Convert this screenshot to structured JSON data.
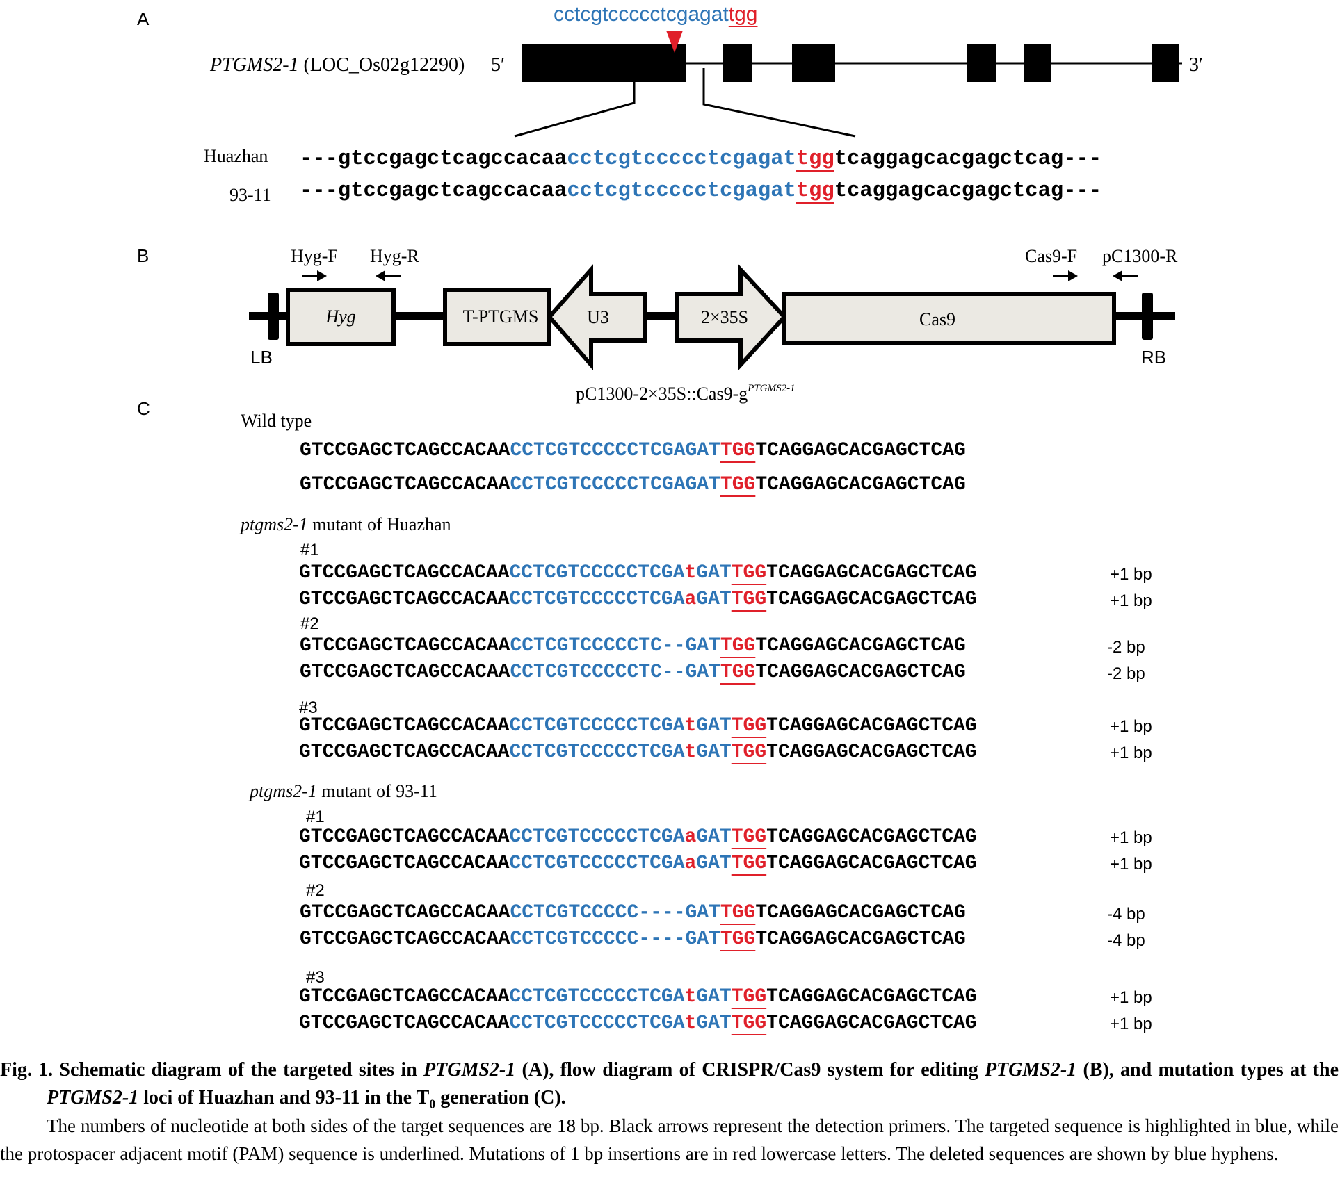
{
  "panel_a": {
    "letter": "A",
    "gene_name": "PTGMS2-1",
    "locus": "(LOC_Os02g12290)",
    "five_prime": "5′",
    "three_prime": "3′",
    "top_target": "cctcgtccccctcgagat",
    "top_pam": "tgg",
    "rows": [
      {
        "label": "Huazhan",
        "left": "---gtccgagctcagccacaa",
        "target": "cctcgtccccctcgagat",
        "pam": "tgg",
        "right": "tcaggagcacgagctcag---"
      },
      {
        "label": "93-11",
        "left": "---gtccgagctcagccacaa",
        "target": "cctcgtccccctcgagat",
        "pam": "tgg",
        "right": "tcaggagcacgagctcag---"
      }
    ]
  },
  "panel_b": {
    "letter": "B",
    "primers": {
      "hyg_f": "Hyg-F",
      "hyg_r": "Hyg-R",
      "cas9_f": "Cas9-F",
      "pc1300_r": "pC1300-R"
    },
    "boxes": {
      "hyg": "Hyg",
      "t_ptgms": "T-PTGMS",
      "u3": "U3",
      "p35s": "2×35S",
      "cas9": "Cas9"
    },
    "lb": "LB",
    "rb": "RB",
    "construct_main": "pC1300-2×35S::Cas9-g",
    "construct_sup": "PTGMS2-1"
  },
  "panel_c": {
    "letter": "C",
    "wild_type_label": "Wild type",
    "wild_type": [
      {
        "left": "GTCCGAGCTCAGCCACAA",
        "target": "CCTCGTCCCCCTCGAGAT",
        "pam": "TGG",
        "right": "TCAGGAGCACGAGCTCAG"
      },
      {
        "left": "GTCCGAGCTCAGCCACAA",
        "target": "CCTCGTCCCCCTCGAGAT",
        "pam": "TGG",
        "right": "TCAGGAGCACGAGCTCAG"
      }
    ],
    "huazhan_label_italic": "ptgms2-1",
    "huazhan_label_rest": " mutant of Huazhan",
    "line93_label_italic": "ptgms2-1",
    "line93_label_rest": " mutant of 93-11",
    "huazhan_mutants": [
      {
        "id": "#1",
        "rows": [
          {
            "left": "GTCCGAGCTCAGCCACAA",
            "t1": "CCTCGTCCCCCTCGA",
            "ins": "t",
            "t2": "GAT",
            "pam": "TGG",
            "right": "TCAGGAGCACGAGCTCAG",
            "note": "+1 bp"
          },
          {
            "left": "GTCCGAGCTCAGCCACAA",
            "t1": "CCTCGTCCCCCTCGA",
            "ins": "a",
            "t2": "GAT",
            "pam": "TGG",
            "right": "TCAGGAGCACGAGCTCAG",
            "note": "+1 bp"
          }
        ]
      },
      {
        "id": "#2",
        "rows": [
          {
            "left": "GTCCGAGCTCAGCCACAA",
            "t1": "CCTCGTCCCCCTC--GAT",
            "ins": "",
            "t2": "",
            "pam": "TGG",
            "right": "TCAGGAGCACGAGCTCAG",
            "note": "-2 bp"
          },
          {
            "left": "GTCCGAGCTCAGCCACAA",
            "t1": "CCTCGTCCCCCTC--GAT",
            "ins": "",
            "t2": "",
            "pam": "TGG",
            "right": "TCAGGAGCACGAGCTCAG",
            "note": "-2 bp"
          }
        ]
      },
      {
        "id": "#3",
        "rows": [
          {
            "left": "GTCCGAGCTCAGCCACAA",
            "t1": "CCTCGTCCCCCTCGA",
            "ins": "t",
            "t2": "GAT",
            "pam": "TGG",
            "right": "TCAGGAGCACGAGCTCAG",
            "note": "+1 bp"
          },
          {
            "left": "GTCCGAGCTCAGCCACAA",
            "t1": "CCTCGTCCCCCTCGA",
            "ins": "t",
            "t2": "GAT",
            "pam": "TGG",
            "right": "TCAGGAGCACGAGCTCAG",
            "note": "+1 bp"
          }
        ]
      }
    ],
    "line93_mutants": [
      {
        "id": "#1",
        "rows": [
          {
            "left": "GTCCGAGCTCAGCCACAA",
            "t1": "CCTCGTCCCCCTCGA",
            "ins": "a",
            "t2": "GAT",
            "pam": "TGG",
            "right": "TCAGGAGCACGAGCTCAG",
            "note": "+1 bp"
          },
          {
            "left": "GTCCGAGCTCAGCCACAA",
            "t1": "CCTCGTCCCCCTCGA",
            "ins": "a",
            "t2": "GAT",
            "pam": "TGG",
            "right": "TCAGGAGCACGAGCTCAG",
            "note": "+1 bp"
          }
        ]
      },
      {
        "id": "#2",
        "rows": [
          {
            "left": "GTCCGAGCTCAGCCACAA",
            "t1": "CCTCGTCCCCC----GAT",
            "ins": "",
            "t2": "",
            "pam": "TGG",
            "right": "TCAGGAGCACGAGCTCAG",
            "note": "-4 bp"
          },
          {
            "left": "GTCCGAGCTCAGCCACAA",
            "t1": "CCTCGTCCCCC----GAT",
            "ins": "",
            "t2": "",
            "pam": "TGG",
            "right": "TCAGGAGCACGAGCTCAG",
            "note": "-4 bp"
          }
        ]
      },
      {
        "id": "#3",
        "rows": [
          {
            "left": "GTCCGAGCTCAGCCACAA",
            "t1": "CCTCGTCCCCCTCGA",
            "ins": "t",
            "t2": "GAT",
            "pam": "TGG",
            "right": "TCAGGAGCACGAGCTCAG",
            "note": "+1 bp"
          },
          {
            "left": "GTCCGAGCTCAGCCACAA",
            "t1": "CCTCGTCCCCCTCGA",
            "ins": "t",
            "t2": "GAT",
            "pam": "TGG",
            "right": "TCAGGAGCACGAGCTCAG",
            "note": "+1 bp"
          }
        ]
      }
    ]
  },
  "caption": {
    "t1": "Fig. 1. Schematic diagram of the targeted sites in ",
    "t2": "PTGMS2-1",
    "t3": " (A), flow diagram of CRISPR/Cas9 system for editing ",
    "t4": "PTGMS2-1",
    "t5": " (B), and mutation types at the ",
    "t6": "PTGMS2-1",
    "t7": " loci of Huazhan and 93-11 in the T",
    "t8": "0",
    "t9": " generation (C).",
    "body": "The numbers of nucleotide at both sides of the target sequences are 18 bp. Black arrows represent the detection primers. The targeted sequence is highlighted in blue, while the protospacer adjacent motif (PAM) sequence is underlined. Mutations of 1 bp insertions are in red lowercase letters. The deleted sequences are shown by blue hyphens."
  },
  "colors": {
    "target_blue": "#2e75b6",
    "red": "#e0202a",
    "box_fill": "#ebe9e3"
  }
}
